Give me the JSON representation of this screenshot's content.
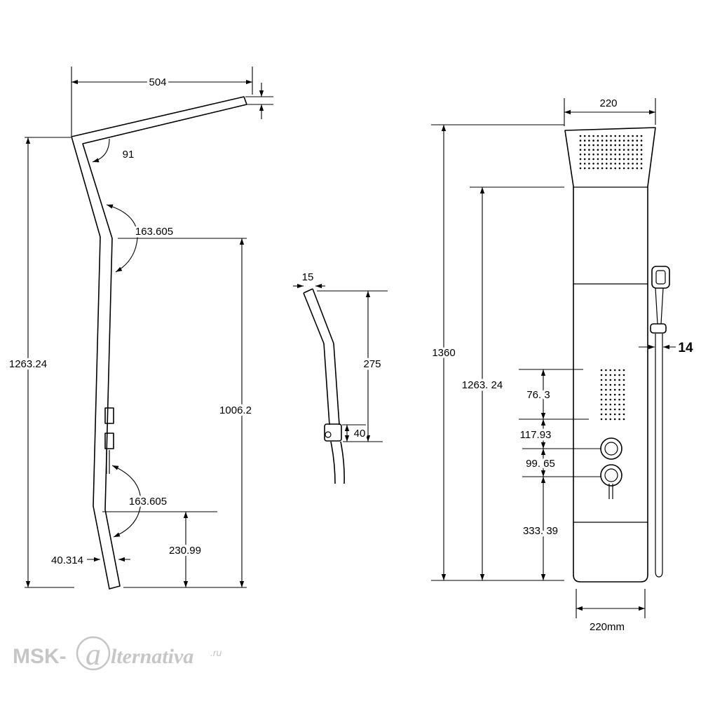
{
  "colors": {
    "line": "#000000",
    "background": "#ffffff",
    "watermark": "#c6c6c6"
  },
  "side_view": {
    "top_length": "504",
    "top_angle": "91",
    "upper_bend_angle": "163.605",
    "total_height": "1263.24",
    "lower_height": "1006.2",
    "lower_bend_angle": "163.605",
    "bend_height": "230.99",
    "bottom_offset": "40.314"
  },
  "hand_shower_view": {
    "thickness": "15",
    "height": "275",
    "holder_height": "40"
  },
  "front_view": {
    "top_width": "220",
    "total_height": "1360",
    "body_height": "1263. 24",
    "jets_height": "76. 3",
    "jets_to_knob": "117.93",
    "knob_spacing": "99. 65",
    "knob_to_bottom": "333. 39",
    "rail_offset": "14",
    "bottom_width": "220mm"
  },
  "watermark": {
    "prefix": "MSK-",
    "mark": "a",
    "word": "lternativa",
    "domain": ".ru"
  }
}
